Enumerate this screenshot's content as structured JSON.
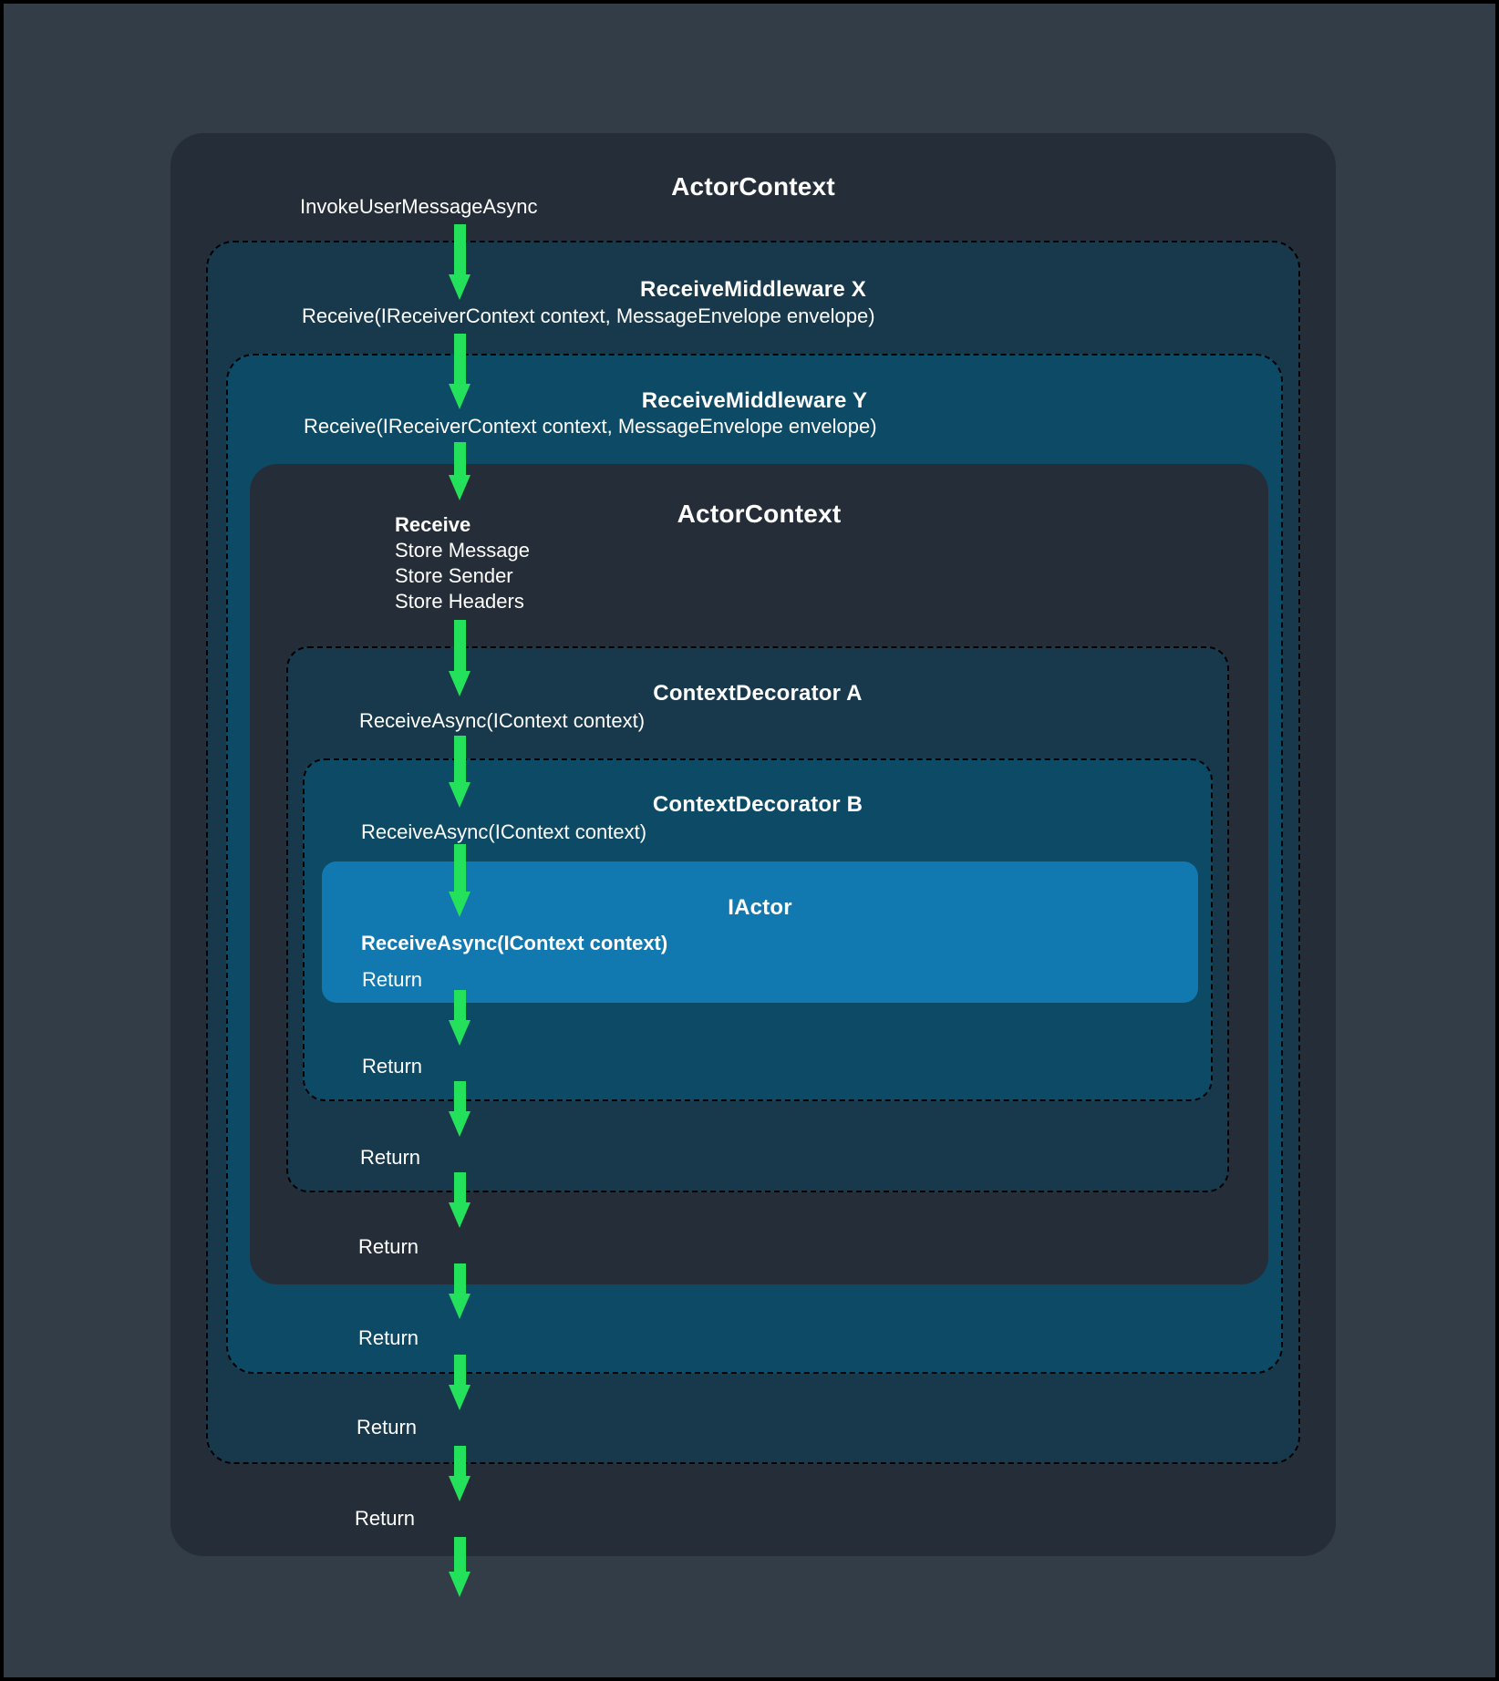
{
  "diagram": {
    "outer_actor_context": {
      "title": "ActorContext",
      "invoke_label": "InvokeUserMessageAsync",
      "return_label": "Return"
    },
    "receive_middleware_x": {
      "title": "ReceiveMiddleware X",
      "body": "Receive(IReceiverContext context, MessageEnvelope envelope)",
      "return_label": "Return"
    },
    "receive_middleware_y": {
      "title": "ReceiveMiddleware Y",
      "body": "Receive(IReceiverContext context, MessageEnvelope envelope)",
      "return_label": "Return"
    },
    "inner_actor_context": {
      "title": "ActorContext",
      "receive_heading": "Receive",
      "steps": [
        "Store Message",
        "Store Sender",
        "Store Headers"
      ],
      "return_label": "Return"
    },
    "context_decorator_a": {
      "title": "ContextDecorator A",
      "body": "ReceiveAsync(IContext context)",
      "return_label": "Return"
    },
    "context_decorator_b": {
      "title": "ContextDecorator B",
      "body": "ReceiveAsync(IContext context)",
      "return_label": "Return"
    },
    "iactor": {
      "title": "IActor",
      "body": "ReceiveAsync(IContext context)",
      "return_label": "Return"
    }
  },
  "colors": {
    "page_background": "#333D47",
    "actor_context_fill": "#252E38",
    "middleware_outer_fill": "#17394B",
    "middleware_inner_fill": "#0D4A66",
    "iactor_fill": "#1179B0",
    "arrow_green": "#24E15B",
    "dashed_border": "#000000",
    "text": "#FFFFFF"
  }
}
